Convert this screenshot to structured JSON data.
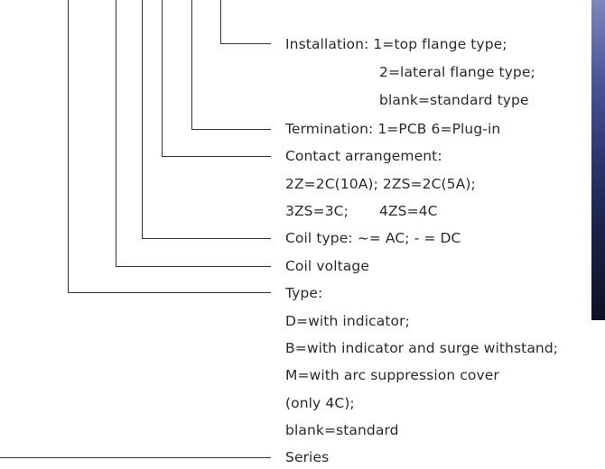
{
  "labels": {
    "installation": "Installation: 1=top flange type;",
    "installation_2": "2=lateral flange type;",
    "installation_blank": "blank=standard type",
    "termination": "Termination: 1=PCB 6=Plug-in",
    "contact": "Contact arrangement:",
    "contact_1": "2Z=2C(10A); 2ZS=2C(5A);",
    "contact_2a": "3ZS=3C;",
    "contact_2b": "4ZS=4C",
    "coil_type": "Coil type: ~= AC; - = DC",
    "coil_voltage": "Coil voltage",
    "type": "Type:",
    "type_d": "D=with indicator;",
    "type_b": "B=with indicator and surge withstand;",
    "type_m": "M=with arc suppression cover",
    "type_m2": "(only 4C);",
    "type_blank": "blank=standard",
    "series": "Series"
  },
  "colors": {
    "line": "#333333",
    "text": "#2a2a2a"
  }
}
